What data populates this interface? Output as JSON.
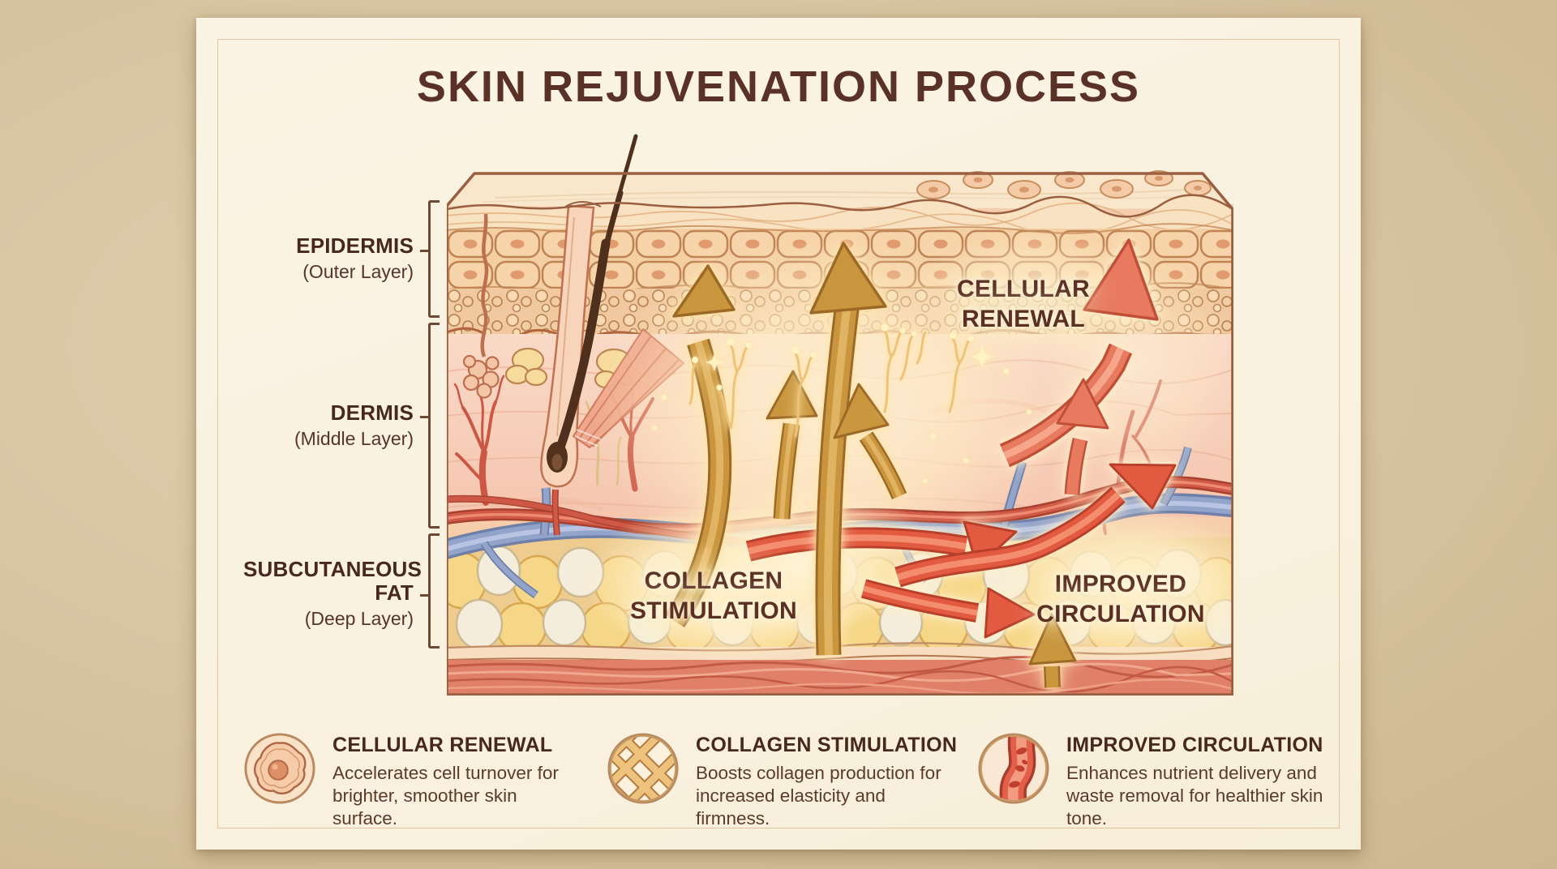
{
  "title": "SKIN REJUVENATION PROCESS",
  "layers": [
    {
      "name": "EPIDERMIS",
      "sub": "(Outer Layer)"
    },
    {
      "name": "DERMIS",
      "sub": "(Middle Layer)"
    },
    {
      "name": "SUBCUTANEOUS FAT",
      "sub": "(Deep Layer)"
    }
  ],
  "diagram_labels": {
    "cellular_renewal": "CELLULAR RENEWAL",
    "collagen_stimulation": "COLLAGEN STIMULATION",
    "improved_circulation": "IMPROVED CIRCULATION"
  },
  "legend": [
    {
      "icon": "cell-icon",
      "title": "CELLULAR RENEWAL",
      "description": "Accelerates cell turnover for brighter, smoother skin surface."
    },
    {
      "icon": "collagen-weave-icon",
      "title": "COLLAGEN STIMULATION",
      "description": "Boosts collagen production for increased elasticity and firmness."
    },
    {
      "icon": "blood-vessel-icon",
      "title": "IMPROVED CIRCULATION",
      "description": "Enhances nutrient delivery and waste removal for healthier skin tone."
    }
  ],
  "colors": {
    "background": "#d7c3a0",
    "card": "#faf2e2",
    "title_text": "#5a3127",
    "label_text": "#47281c",
    "gold_arrow": "#c9963e",
    "coral_arrow": "#e87a5e",
    "red_arrow": "#e25a41",
    "vein_blue": "#93a4ca",
    "fat_gold": "#f6d787",
    "muscle": "#e08069"
  }
}
